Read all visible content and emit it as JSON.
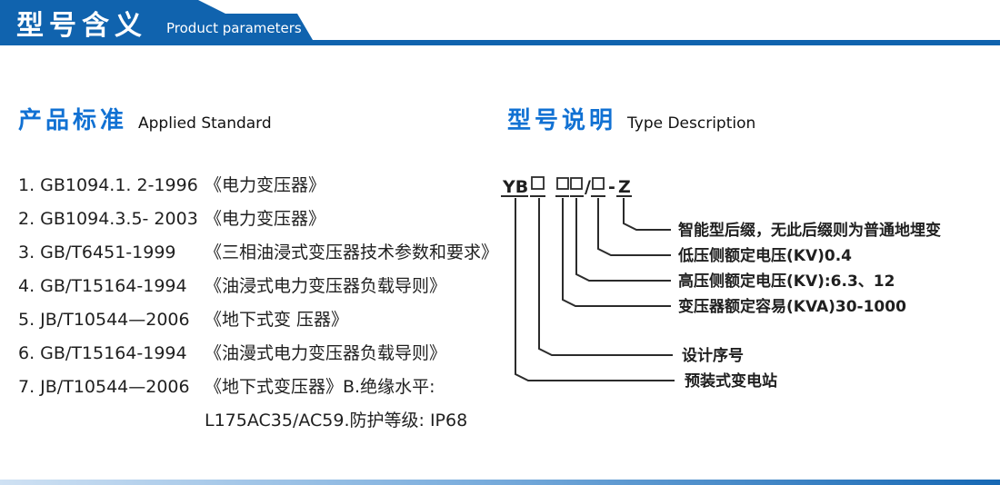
{
  "header": {
    "title": "型号含义",
    "subtitle": "Product parameters"
  },
  "left_section": {
    "heading_zh": "产品标准",
    "heading_en": "Applied Standard",
    "items": [
      {
        "code": "1. GB1094.1. 2-1996",
        "title": "《电力变压器》"
      },
      {
        "code": "2. GB1094.3.5- 2003",
        "title": "《电力变压器》"
      },
      {
        "code": "3. GB/T6451-1999",
        "title": "《三相油浸式变压器技术参数和要求》"
      },
      {
        "code": "4. GB/T15164-1994",
        "title": "《油浸式电力变压器负载导则》"
      },
      {
        "code": "5. JB/T10544—2006",
        "title": "《地下式变 压器》"
      },
      {
        "code": "6. GB/T15164-1994",
        "title": "《油漫式电力变压器负载导则》"
      },
      {
        "code": "7. JB/T10544—2006",
        "title": "《地下式变压器》B.绝缘水平:"
      }
    ],
    "continuation": "L175AC35/AC59.防护等级: IP68"
  },
  "right_section": {
    "heading_zh": "型号说明",
    "heading_en": "Type Description",
    "model_code": {
      "prefix": "YB",
      "slash": "/",
      "dash": "-",
      "suffix": "Z"
    },
    "labels": [
      "智能型后缀，无此后缀则为普通地埋变",
      "低压侧额定电压(KV)0.4",
      "高压侧额定电压(KV):6.3、12",
      "变压器额定容易(KVA)30-1000",
      "设计序号",
      "预装式变电站"
    ]
  },
  "colors": {
    "banner_blue": "#1063ae",
    "heading_blue": "#1171d3",
    "text_dark": "#1f1f1f"
  }
}
